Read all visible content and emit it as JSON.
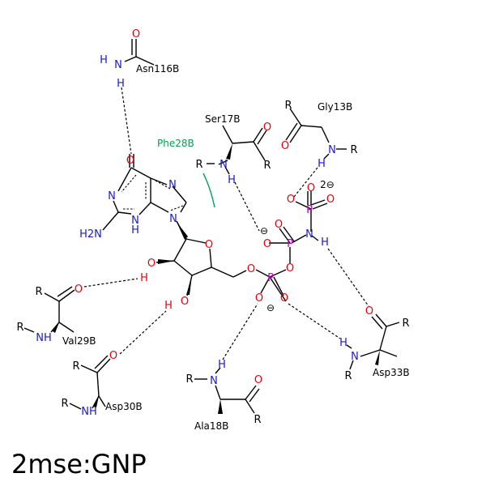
{
  "title": "2mse:GNP",
  "colors": {
    "carbon": "#000000",
    "oxygen": "#e8000b",
    "nitrogen": "#1a1acc",
    "phosphorus": "#c000c0",
    "hydrophobic": "#00a050"
  },
  "atoms": {
    "o": "O",
    "n": "N",
    "h": "H",
    "p": "P",
    "r": "R",
    "nh": "NH",
    "h2n": "H2N",
    "minus": "⊖",
    "two_minus": "2⊖"
  },
  "residues": {
    "asn116b": "Asn116B",
    "ser17b": "Ser17B",
    "gly13b": "Gly13B",
    "phe28b": "Phe28B",
    "val29b": "Val29B",
    "asp30b": "Asp30B",
    "ala18b": "Ala18B",
    "asp33b": "Asp33B"
  }
}
